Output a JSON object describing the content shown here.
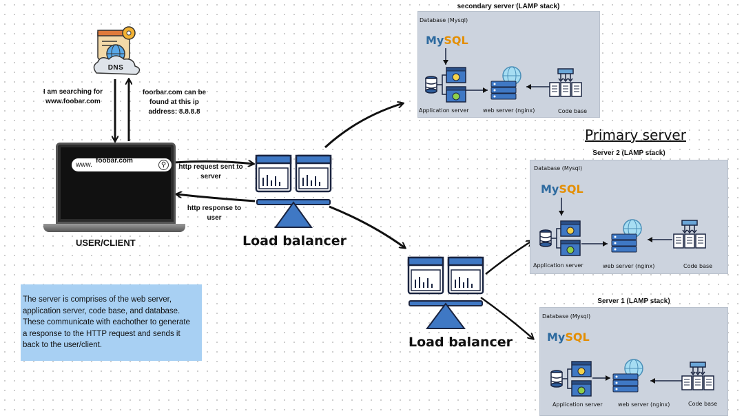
{
  "dns": {
    "label": "DNS"
  },
  "client": {
    "label": "USER/CLIENT",
    "search_prefix": "www.",
    "search_value": "foobar.com"
  },
  "notes": {
    "searching": "I am searching for www.foobar.com",
    "dns_answer": "foorbar.com can be found at this ip address: 8.8.8.8",
    "http_request": "http request sent to server",
    "http_response": "http response to user"
  },
  "load_balancers": [
    "Load balancer",
    "Load balancer"
  ],
  "primary_heading": "Primary server",
  "servers": [
    {
      "title": "secondary server (LAMP stack)",
      "database": "Database (Mysql)",
      "app": "Application server",
      "web": "web server (nginx)",
      "code": "Code base"
    },
    {
      "title": "Server 2 (LAMP stack)",
      "database": "Database (Mysql)",
      "app": "Application server",
      "web": "web server (nginx)",
      "code": "Code base"
    },
    {
      "title": "Server 1 (LAMP stack)",
      "database": "Database (Mysql)",
      "app": "Application server",
      "web": "web server (nginx)",
      "code": "Code base"
    }
  ],
  "mysql_logo": {
    "my": "My",
    "sql": "SQL"
  },
  "description": "The  server is comprises of the web server, application server, code base, and database. These communicate with eachother to generate a response to the HTTP request and sends it back to the user/client.",
  "colors": {
    "accent_blue": "#3f78c4",
    "panel": "#ccd3de",
    "note": "#a8d0f3",
    "mysql_blue": "#2d6a9f",
    "mysql_orange": "#e48e00"
  }
}
